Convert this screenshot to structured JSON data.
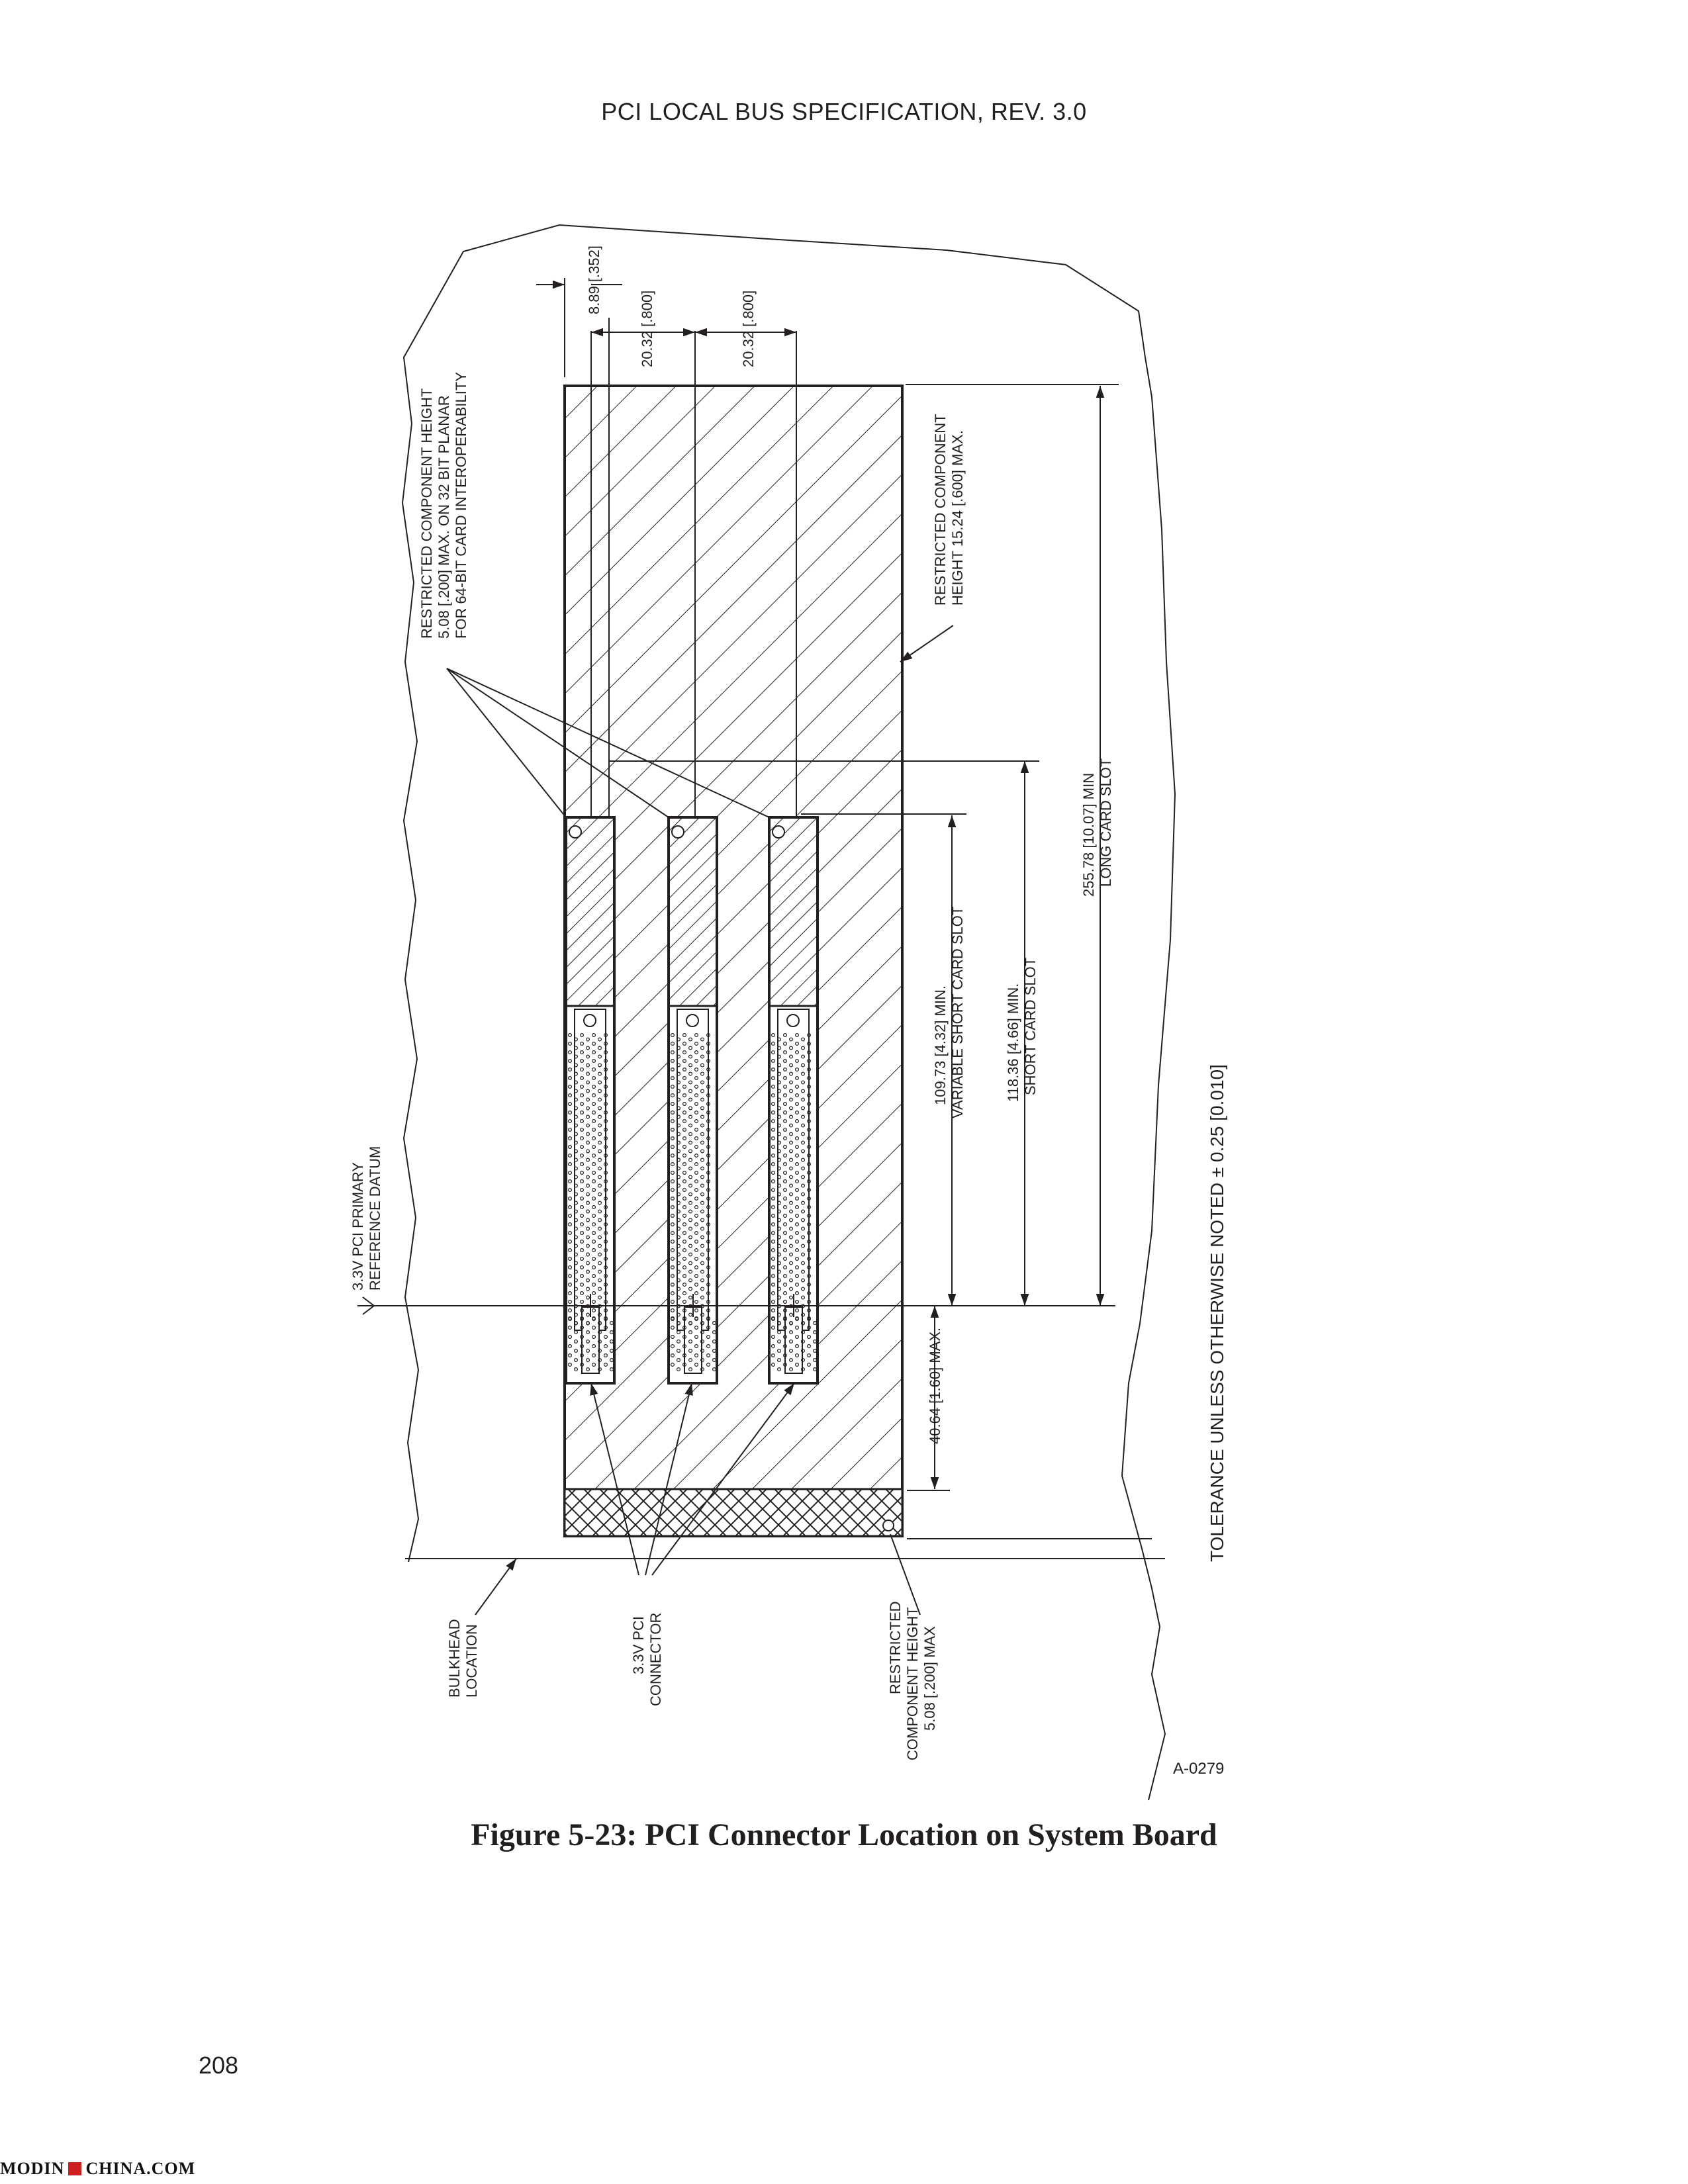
{
  "header": {
    "title": "PCI LOCAL BUS SPECIFICATION, REV. 3.0"
  },
  "figure": {
    "caption": "Figure 5-23:  PCI Connector Location on System Board",
    "id_tag": "A-0279",
    "tolerance_note": "TOLERANCE UNLESS OTHERWISE NOTED ± 0.25 [0.010]",
    "dimensions": {
      "top_offset": "8.89 [.352]",
      "pitch_1": "20.32 [.800]",
      "pitch_2": "20.32 [.800]",
      "long_slot": [
        "255.78 [10.07] MIN",
        "LONG CARD SLOT"
      ],
      "short_slot": [
        "118.36 [4.66] MIN.",
        "SHORT CARD SLOT"
      ],
      "variable_slot": [
        "109.73 [4.32] MIN.",
        "VARIABLE SHORT CARD SLOT"
      ],
      "bottom_max": "40.64 [1.60] MAX."
    },
    "callouts": {
      "restricted_64bit": [
        "RESTRICTED COMPONENT HEIGHT",
        "5.08 [.200] MAX. ON 32 BIT PLANAR",
        "FOR 64-BIT CARD INTEROPERABILITY"
      ],
      "restricted_600": [
        "RESTRICTED COMPONENT",
        "HEIGHT 15.24 [.600] MAX."
      ],
      "datum": [
        "3.3V PCI PRIMARY",
        "REFERENCE DATUM"
      ],
      "bulkhead": [
        "BULKHEAD",
        "LOCATION"
      ],
      "connector": [
        "3.3V PCI",
        "CONNECTOR"
      ],
      "restricted_200": [
        "RESTRICTED",
        "COMPONENT HEIGHT",
        "5.08 [.200] MAX"
      ]
    }
  },
  "page_number": "208",
  "watermark": {
    "left": "MODIN",
    "right": "CHINA.COM"
  }
}
